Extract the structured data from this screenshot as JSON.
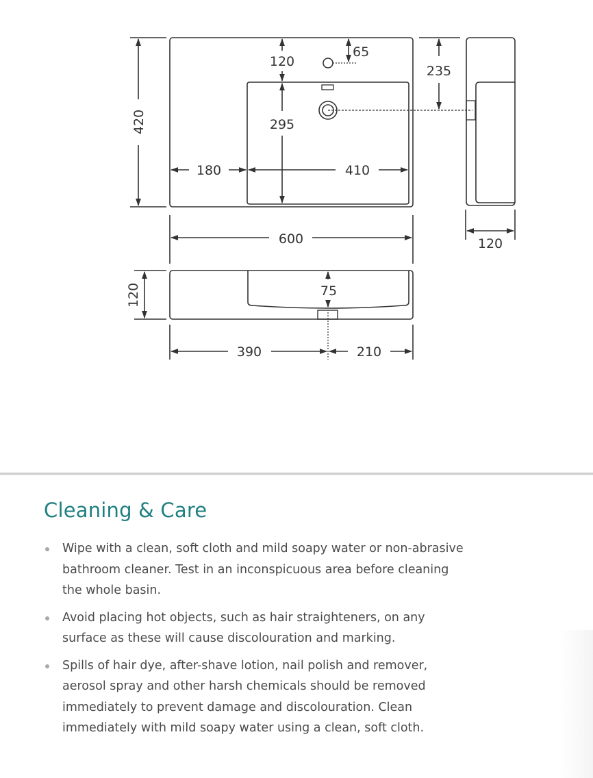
{
  "drawing": {
    "units": "mm",
    "top_view": {
      "overall_depth": "420",
      "tap_hole_to_bowl": "120",
      "tap_hole_from_back": "65",
      "bowl_depth": "295",
      "ledge_width": "180",
      "bowl_width": "410"
    },
    "overall_width": "600",
    "side_view": {
      "waste_from_back": "235",
      "depth": "120"
    },
    "front_view": {
      "height": "120",
      "bowl_depth": "75",
      "waste_from_left": "390",
      "waste_from_right": "210"
    }
  },
  "care": {
    "title": "Cleaning & Care",
    "items": [
      {
        "text": "Wipe with a clean, soft cloth and mild soapy water or non-abrasive bathroom cleaner. Test in an inconspicuous area before cleaning the whole basin."
      },
      {
        "text": "Avoid placing hot objects, such as hair straighteners, on any surface as these will cause discolouration and marking."
      },
      {
        "text": "Spills of hair dye, after-shave lotion, nail polish and remover, aerosol spray and other harsh chemicals should be removed immediately to prevent damage and discolouration. Clean immediately with mild soapy water using a clean, soft cloth."
      }
    ]
  },
  "colors": {
    "heading": "#1f7f80",
    "body_text": "#4a4a4a",
    "line": "#333333"
  }
}
